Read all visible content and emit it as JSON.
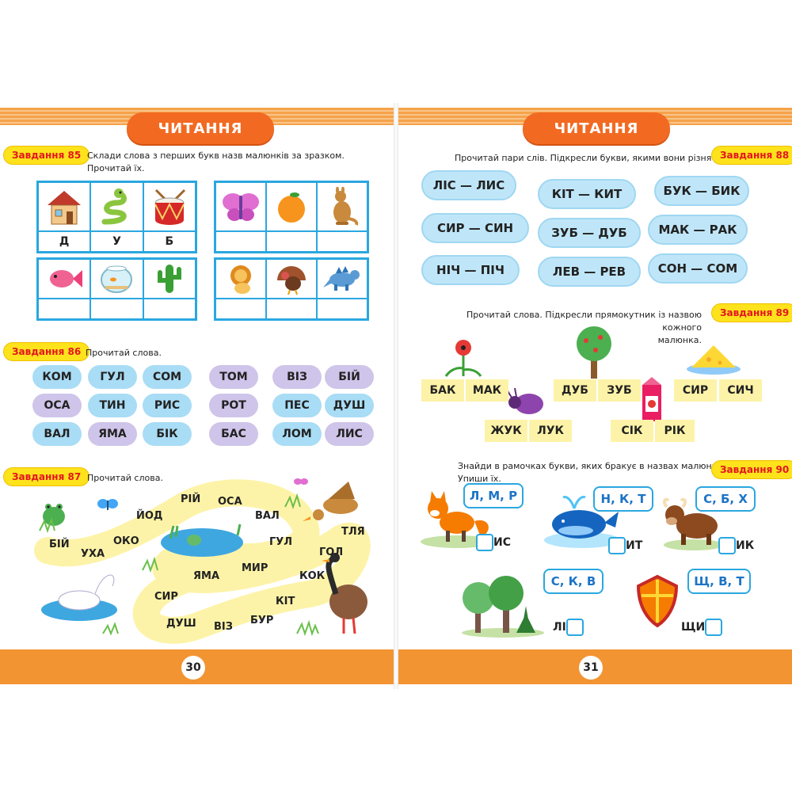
{
  "left_page": {
    "banner": "ЧИТАННЯ",
    "page_number": "30",
    "task85": {
      "badge": "Завдання 85",
      "instruction_line1": "Склади слова з перших букв назв малюнків за зразком.",
      "instruction_line2": "Прочитай їх.",
      "grid1_answers": [
        "Д",
        "У",
        "Б"
      ]
    },
    "task86": {
      "badge": "Завдання 86",
      "instruction": "Прочитай слова.",
      "words": [
        [
          "КОМ",
          "ГУЛ",
          "СОМ",
          "ТОМ",
          "ВІЗ",
          "БІЙ"
        ],
        [
          "ОСА",
          "ТИН",
          "РИС",
          "РОТ",
          "ПЕС",
          "ДУШ"
        ],
        [
          "ВАЛ",
          "ЯМА",
          "БІК",
          "БАС",
          "ЛОМ",
          "ЛИС"
        ]
      ]
    },
    "task87": {
      "badge": "Завдання 87",
      "instruction": "Прочитай слова.",
      "path_words": [
        "БІЙ",
        "УХА",
        "ОКО",
        "ЙОД",
        "РІЙ",
        "ОСА",
        "ВАЛ",
        "ГУЛ",
        "ТЛЯ",
        "ГОЛ",
        "КОК",
        "КІТ",
        "БУР",
        "МИР",
        "ЯМА",
        "СИР",
        "ДУШ",
        "ВІЗ"
      ]
    }
  },
  "right_page": {
    "banner": "ЧИТАННЯ",
    "page_number": "31",
    "task88": {
      "badge": "Завдання 88",
      "instruction": "Прочитай пари слів. Підкресли букви, якими вони різняться.",
      "pairs": [
        "ЛІС — ЛИС",
        "КІТ — КИТ",
        "БУК — БИК",
        "СИР — СИН",
        "ЗУБ — ДУБ",
        "МАК — РАК",
        "НІЧ — ПІЧ",
        "ЛЕВ — РЕВ",
        "СОН — СОМ"
      ]
    },
    "task89": {
      "badge": "Завдання 89",
      "instruction_line1": "Прочитай слова. Підкресли прямокутник із назвою кожного",
      "instruction_line2": "малюнка.",
      "words": [
        "БАК",
        "МАК",
        "ДУБ",
        "ЗУБ",
        "СИР",
        "СИЧ",
        "ЖУК",
        "ЛУК",
        "СІК",
        "РІК"
      ]
    },
    "task90": {
      "badge": "Завдання 90",
      "instruction_line1": "Знайди в рамочках букви, яких бракує в назвах малюнків.",
      "instruction_line2": "Упиши їх.",
      "items": [
        {
          "letters": "Л, М, Р",
          "word": "ИС"
        },
        {
          "letters": "Н, К, Т",
          "word": "ИТ"
        },
        {
          "letters": "С, Б, Х",
          "word": "ИК"
        },
        {
          "letters": "С, К, В",
          "word": "ЛІ"
        },
        {
          "letters": "Щ, В, Т",
          "word": "ЩИ"
        }
      ]
    }
  },
  "colors": {
    "orange_band": "#f39433",
    "banner": "#f26a22",
    "badge_yellow": "#fde21c",
    "badge_text": "#e4161e",
    "grid_blue": "#2aa7e0",
    "cloud_blue": "#a9dcf5",
    "cloud_purple": "#cfc4e9",
    "path_yellow": "#fdf3a8"
  }
}
